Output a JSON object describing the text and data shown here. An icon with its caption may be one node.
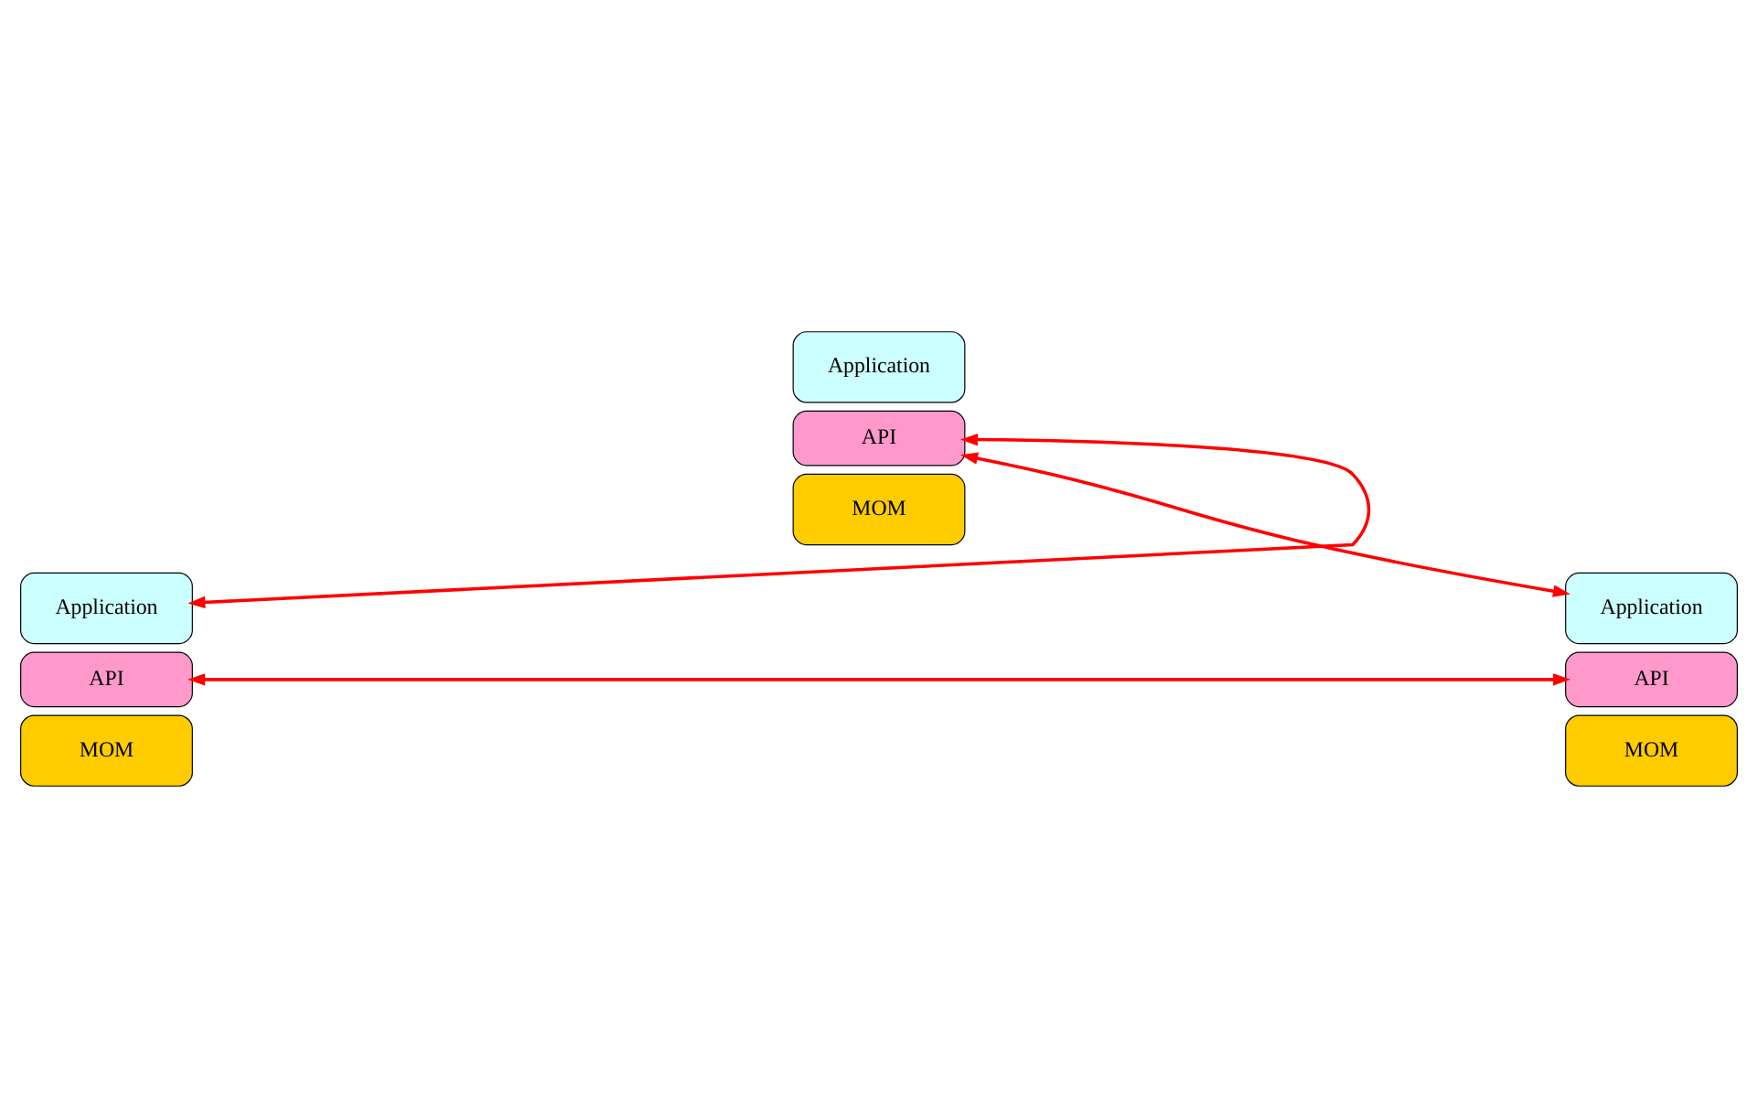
{
  "diagram": {
    "nodes": [
      {
        "text": [
          "Application"
        ]
      },
      {
        "text": [
          "API"
        ]
      },
      {
        "text": [
          "MOM"
        ]
      },
      {
        "text": [
          "Application"
        ]
      },
      {
        "text": [
          "API"
        ]
      },
      {
        "text": [
          "MOM"
        ]
      },
      {
        "text": [
          "Application"
        ]
      },
      {
        "text": [
          "API"
        ]
      },
      {
        "text": [
          "MOM"
        ]
      }
    ],
    "edges": [
      {
        "from": 3,
        "to": 1,
        "arrow": "both"
      },
      {
        "from": 1,
        "to": 6,
        "arrow": "both"
      },
      {
        "from": 4,
        "to": 7,
        "arrow": "both"
      }
    ]
  }
}
